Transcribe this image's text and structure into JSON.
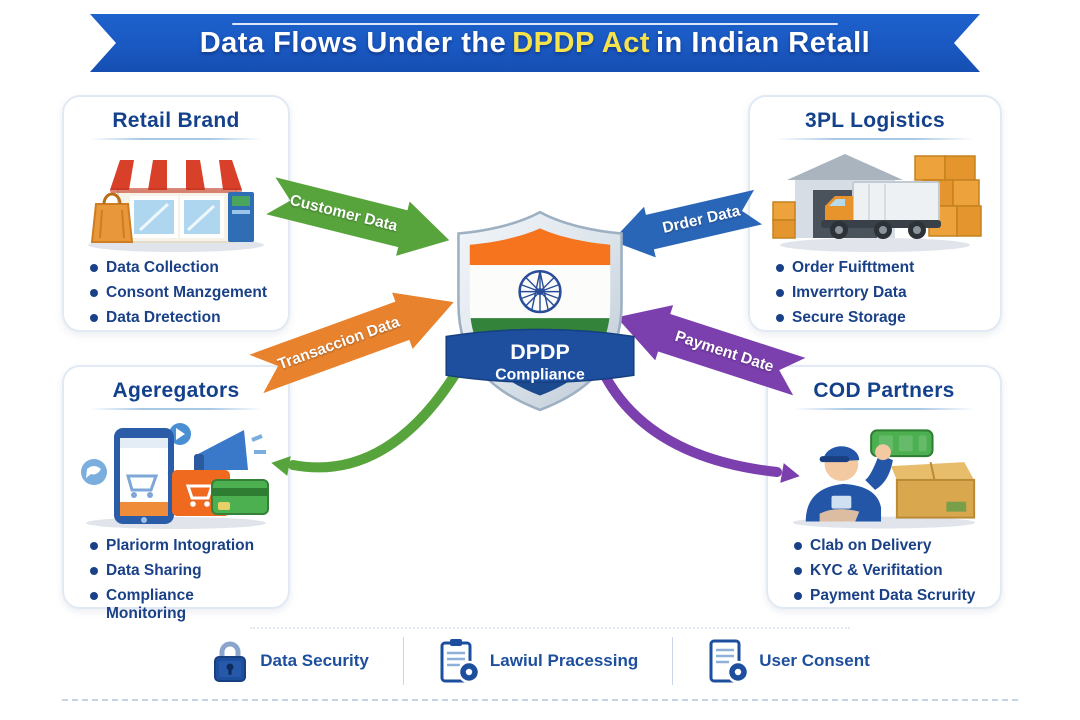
{
  "banner": {
    "prefix": "Data Flows Under the",
    "highlight": "DPDP Act",
    "suffix": "in Indian Retall"
  },
  "shield": {
    "line1": "DPDP",
    "line2": "Compliance",
    "flag_colors": {
      "saffron": "#f5741d",
      "white": "#fcfcfa",
      "green": "#33833a",
      "chakra_blue": "#2a4d9b"
    },
    "ribbon_color": "#1e4f9f"
  },
  "cards": {
    "retail": {
      "title": "Retail Brand",
      "illustration": "storefront-illustration",
      "bullets": [
        "Data Collection",
        "Consont Manzgement",
        "Data Dretection"
      ]
    },
    "logistics": {
      "title": "3PL Logistics",
      "illustration": "warehouse-truck-illustration",
      "bullets": [
        "Order Fuifttment",
        "Imverrtory Data",
        "Secure Storage"
      ]
    },
    "aggregators": {
      "title": "Ageregators",
      "illustration": "phone-megaphone-card-illustration",
      "bullets": [
        "Plariorm Intogration",
        "Data Sharing",
        "Compliance Monitoring"
      ]
    },
    "cod": {
      "title": "COD Partners",
      "illustration": "delivery-person-cash-box-illustration",
      "bullets": [
        "Clab on Delivery",
        "KYC & Verifitation",
        "Payment Data Scrurity"
      ]
    }
  },
  "arrows": {
    "customer": {
      "label": "Customer Data",
      "color": "#58a43c",
      "direction": "retail-to-shield"
    },
    "order": {
      "label": "Drder Data",
      "color": "#2a66b8",
      "direction": "logistics-to-shield"
    },
    "transaction": {
      "label": "Transaccion Data",
      "color": "#e8822d",
      "direction": "aggregators-to-shield"
    },
    "payment": {
      "label": "Payment Date",
      "color": "#7b3fae",
      "direction": "cod-to-shield"
    },
    "green_curve": {
      "color": "#58a43c",
      "type": "bidirectional",
      "between": "shield-aggregators"
    },
    "purple_curve": {
      "color": "#7b3fae",
      "type": "bidirectional",
      "between": "shield-cod"
    }
  },
  "footer": {
    "items": [
      {
        "icon": "lock-icon",
        "label": "Data Security"
      },
      {
        "icon": "clipboard-pin-icon",
        "label": "Lawiul Pracessing"
      },
      {
        "icon": "document-pin-icon",
        "label": "User Consent"
      }
    ]
  },
  "colors": {
    "banner_blue": "#1a58c2",
    "banner_highlight_yellow": "#f6e34c",
    "title_navy": "#14418c",
    "bullet_navy": "#1a4187",
    "footer_navy": "#1d4f9e",
    "card_border": "#e1eaf4"
  }
}
